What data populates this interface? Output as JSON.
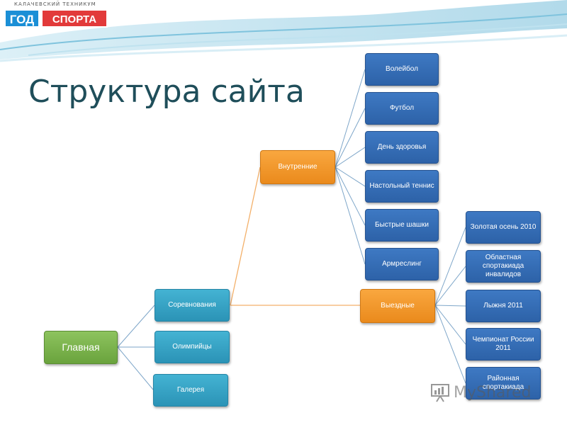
{
  "logo": {
    "top_text": "КАЛАЧЕВСКИЙ ТЕХНИКУМ",
    "part1": "ГОД",
    "part2": "СПОРТА"
  },
  "title": "Структура сайта",
  "nodes": {
    "root": "Главная",
    "competitions": "Соревнования",
    "olympians": "Олимпийцы",
    "gallery": "Галерея",
    "internal": "Внутренние",
    "away": "Выездные",
    "volleyball": "Волейбол",
    "football": "Футбол",
    "health_day": "День здоровья",
    "table_tennis": "Настольный теннис",
    "fast_checkers": "Быстрые шашки",
    "armwrestling": "Армреслинг",
    "golden_autumn": "Золотая осень 2010",
    "regional_spartakiad": "Областная спортакиада инвалидов",
    "ski_track": "Лыжня 2011",
    "russia_championship": "Чемпионат России 2011",
    "district_spartakiad": "Районная спортакиада"
  },
  "colors": {
    "root": "#7ab24a",
    "level1": "#35a3c6",
    "level2": "#f39a2c",
    "level3": "#3570b8",
    "title": "#1f4e5a"
  },
  "watermark": {
    "text": "MyShared",
    "icon": "presentation-board-icon"
  }
}
